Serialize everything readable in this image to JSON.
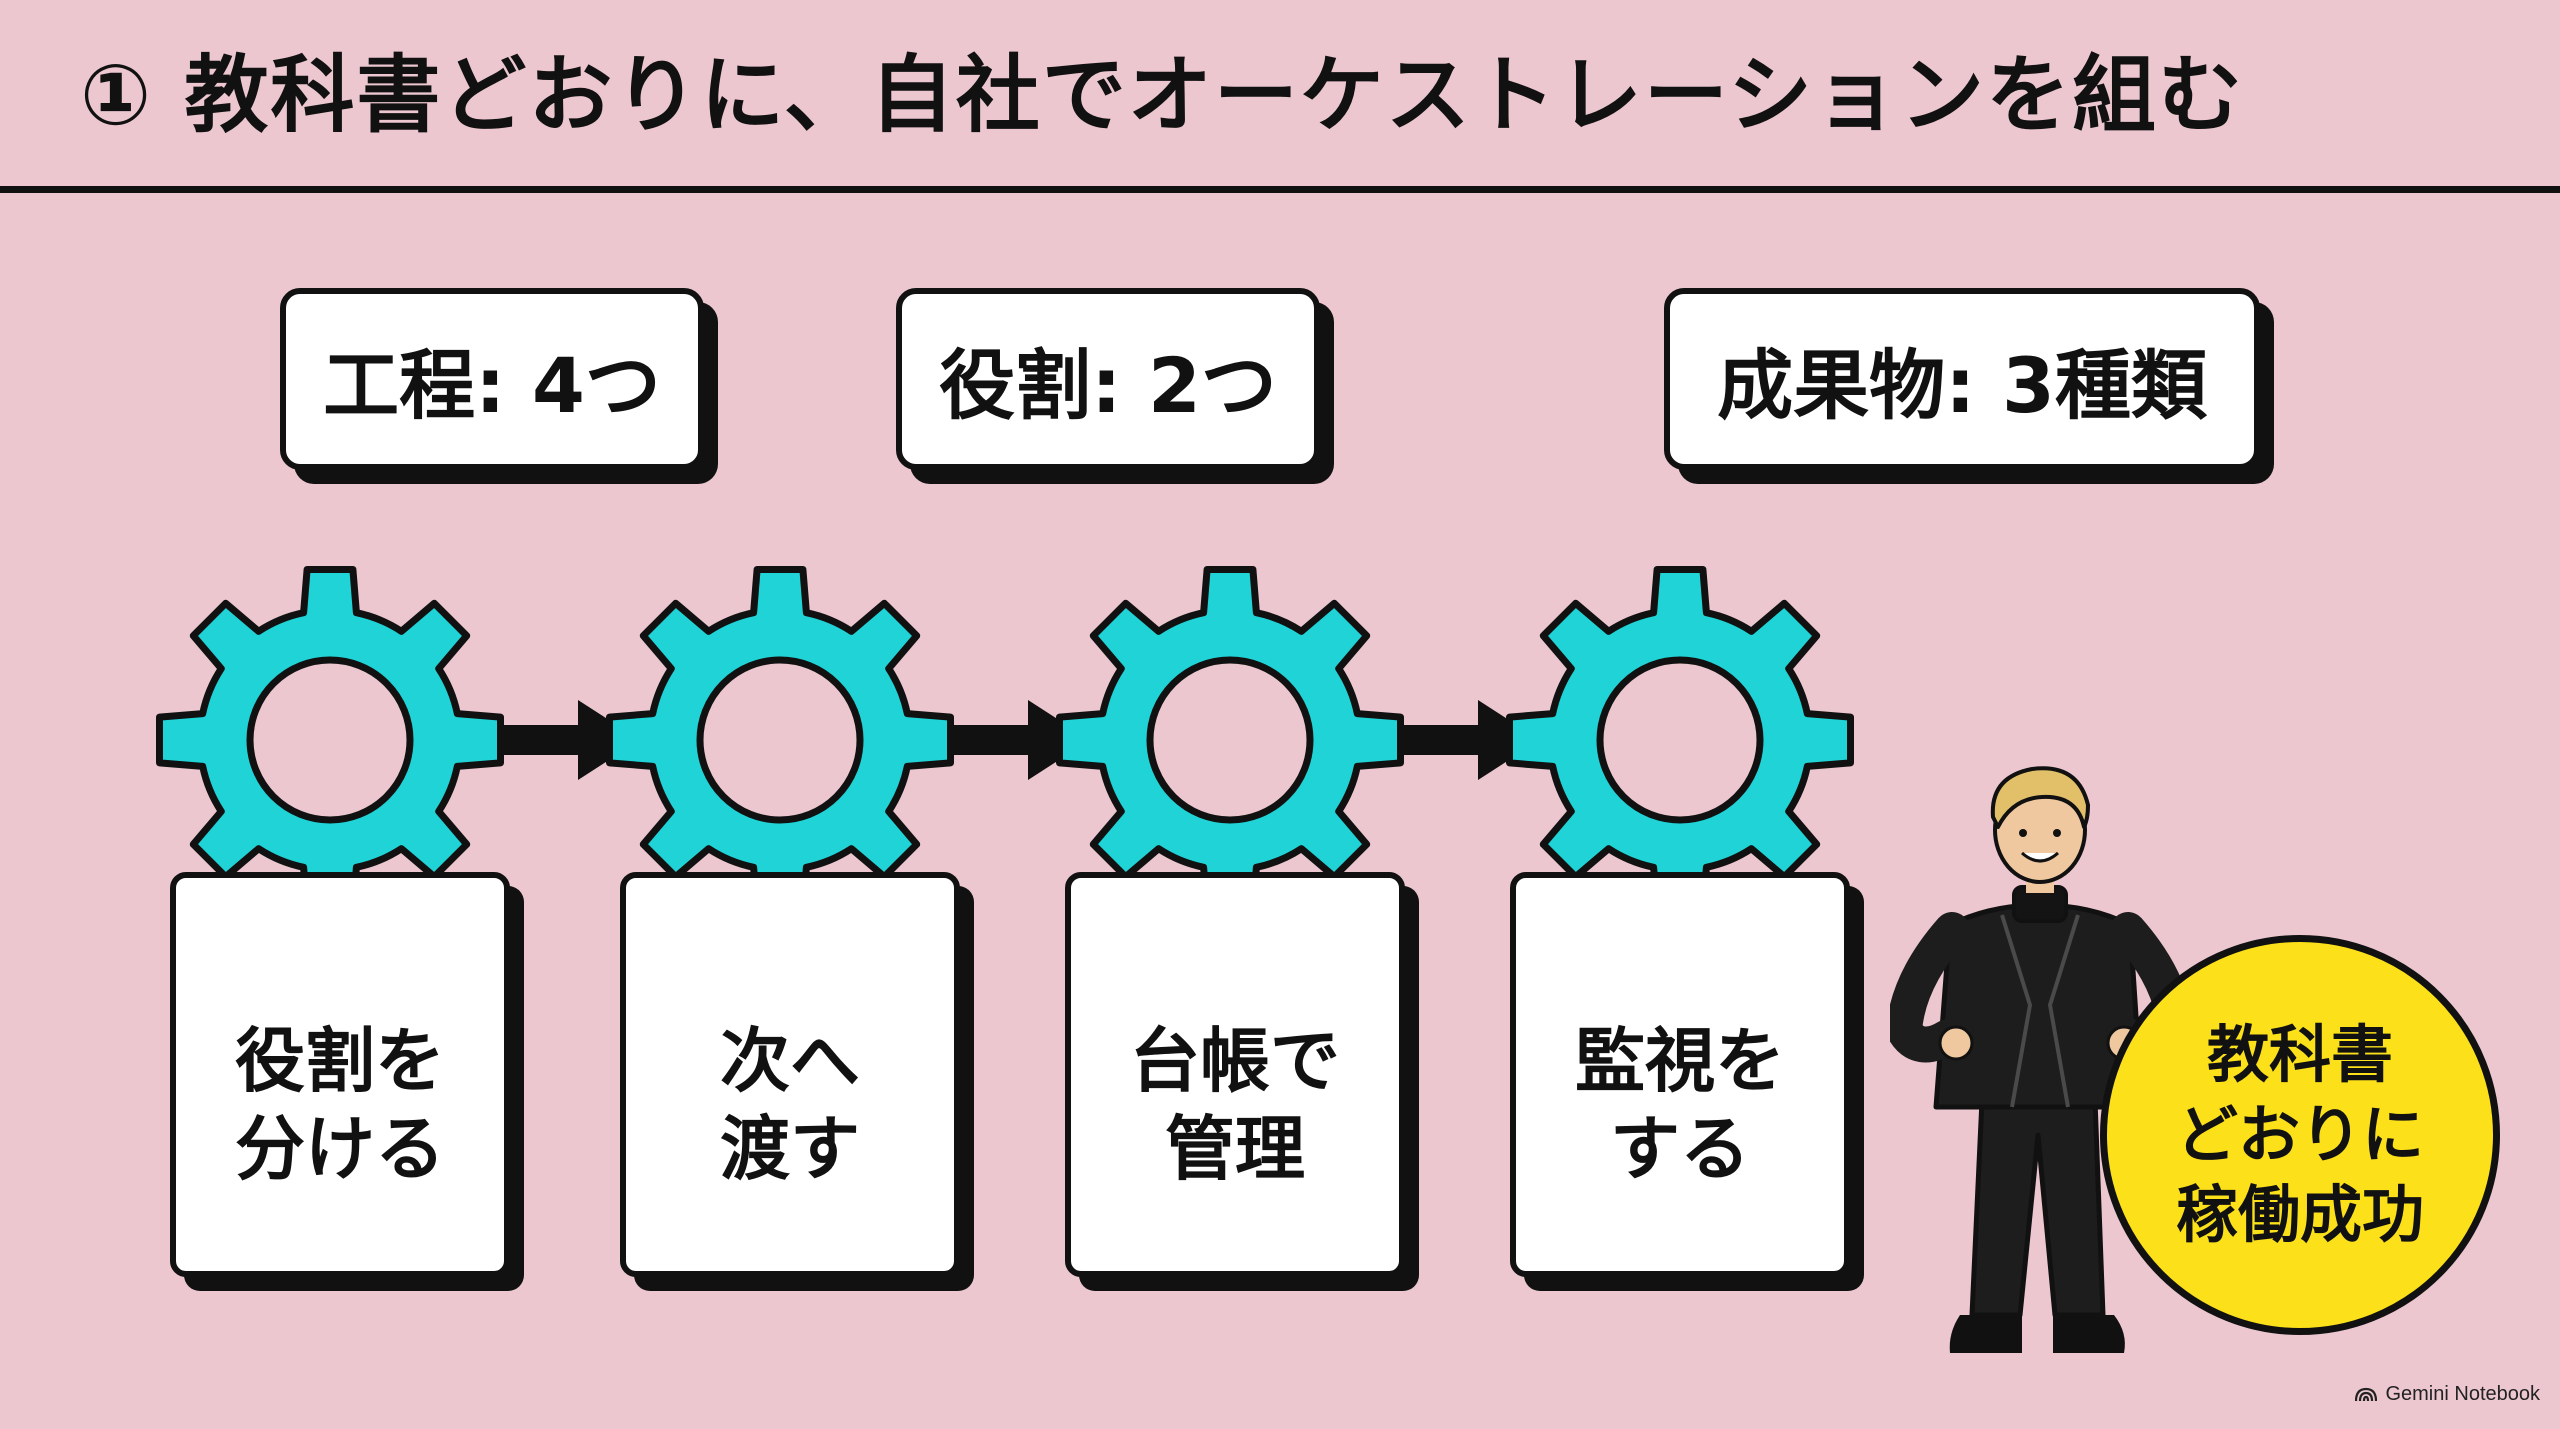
{
  "title": "① 教科書どおりに、自社でオーケストレーションを組む",
  "stats": [
    {
      "label": "工程: 4つ"
    },
    {
      "label": "役割: 2つ"
    },
    {
      "label": "成果物: 3種類"
    }
  ],
  "steps": [
    {
      "line1": "役割を",
      "line2": "分ける"
    },
    {
      "line1": "次へ",
      "line2": "渡す"
    },
    {
      "line1": "台帳で",
      "line2": "管理"
    },
    {
      "line1": "監視を",
      "line2": "する"
    }
  ],
  "badge": {
    "line1": "教科書",
    "line2": "どおりに",
    "line3": "稼働成功"
  },
  "watermark": "Gemini Notebook",
  "colors": {
    "background": "#ecc7d0",
    "gear": "#1fd3d6",
    "badge": "#fbe01a",
    "ink": "#111111"
  },
  "icons": [
    "gear-icon",
    "arrow-right-icon",
    "notebook-logo-icon"
  ]
}
